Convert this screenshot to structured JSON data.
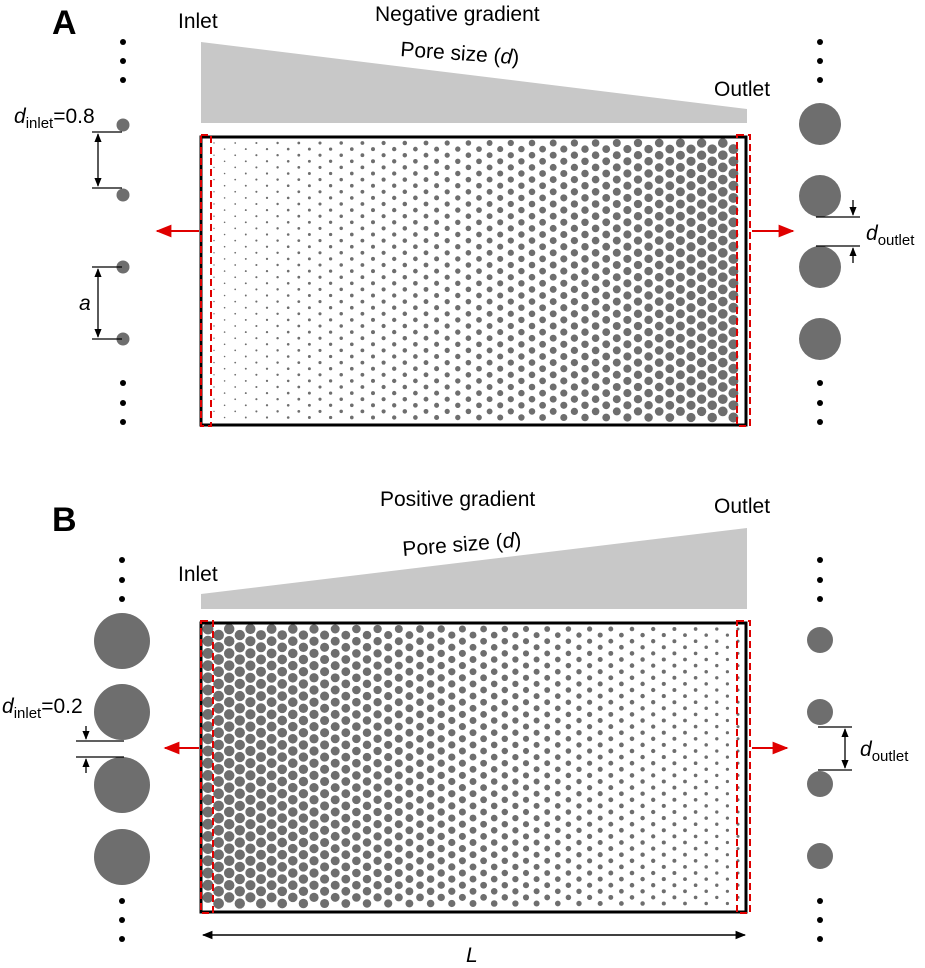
{
  "panels": [
    {
      "letter": "A",
      "title": "Negative gradient",
      "wedge_label": "Pore size (",
      "wedge_symbol": "d",
      "wedge_close": ")",
      "inlet": "Inlet",
      "outlet": "Outlet",
      "gradient": "negative",
      "d_inlet_symbol": "d",
      "d_inlet_sub": "inlet",
      "d_inlet_value": "=0.8",
      "d_outlet_symbol": "d",
      "d_outlet_sub": "outlet",
      "spacing_symbol": "a"
    },
    {
      "letter": "B",
      "title": "Positive gradient",
      "wedge_label": "Pore size (",
      "wedge_symbol": "d",
      "wedge_close": ")",
      "inlet": "Inlet",
      "outlet": "Outlet",
      "gradient": "positive",
      "d_inlet_symbol": "d",
      "d_inlet_sub": "inlet",
      "d_inlet_value": "=0.2",
      "d_outlet_symbol": "d",
      "d_outlet_sub": "outlet"
    }
  ],
  "length_symbol": "L",
  "colors": {
    "dot": "#6e6e6e",
    "wedge": "#c8c8c8",
    "boundary": "#e00000",
    "frame": "#000000"
  }
}
